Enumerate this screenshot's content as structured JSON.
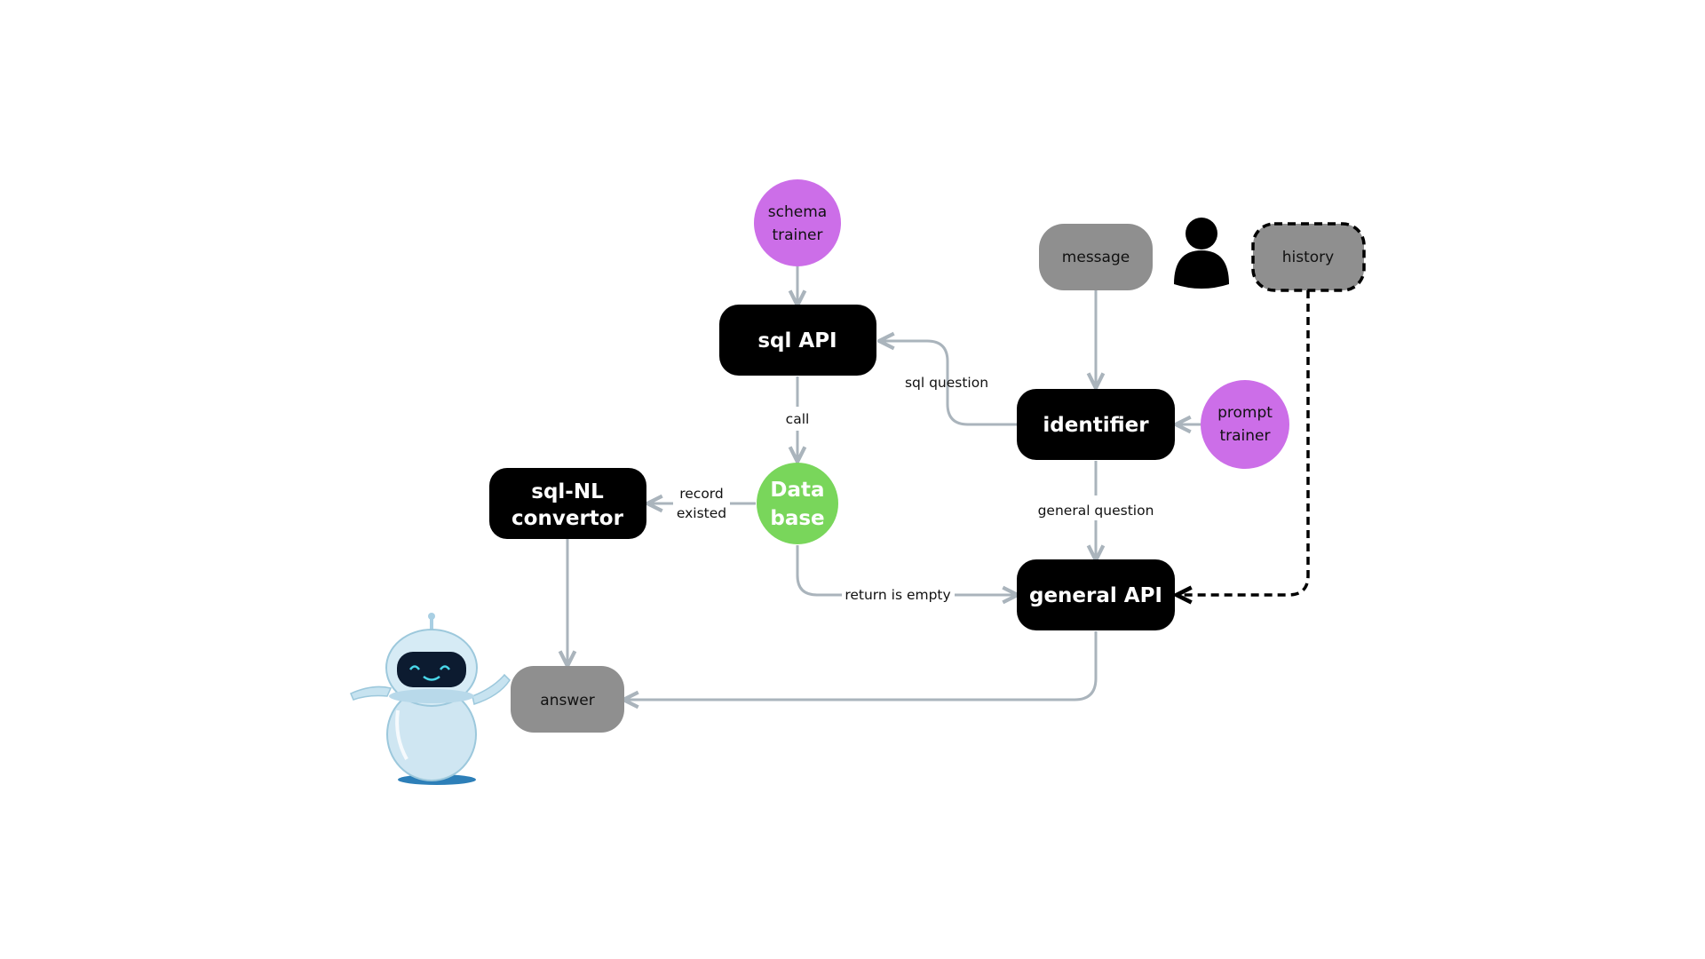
{
  "nodes": {
    "schema_trainer": [
      "schema",
      "trainer"
    ],
    "sql_api": "sql API",
    "message": "message",
    "history": "history",
    "identifier": "identifier",
    "prompt_trainer": [
      "prompt",
      "trainer"
    ],
    "database": [
      "Data",
      "base"
    ],
    "sql_nl": [
      "sql-NL",
      "convertor"
    ],
    "general_api": "general API",
    "answer": "answer"
  },
  "edges": {
    "sql_question": "sql question",
    "call": "call",
    "record_existed": [
      "record",
      "existed"
    ],
    "general_question": "general question",
    "return_empty": "return is empty"
  },
  "colors": {
    "gray": "#8f8f8f",
    "black": "#000000",
    "purple": "#cc6ee8",
    "green": "#79d65b",
    "edge": "#aab4bc"
  },
  "icons": {
    "user": "user-icon",
    "robot": "robot-mascot"
  }
}
